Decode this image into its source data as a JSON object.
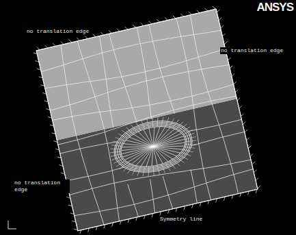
{
  "diagram": {
    "labels": [
      "ANSYS",
      "no translation edge",
      "no translation edge",
      "no translation edge",
      "Symmetry line"
    ]
  }
}
